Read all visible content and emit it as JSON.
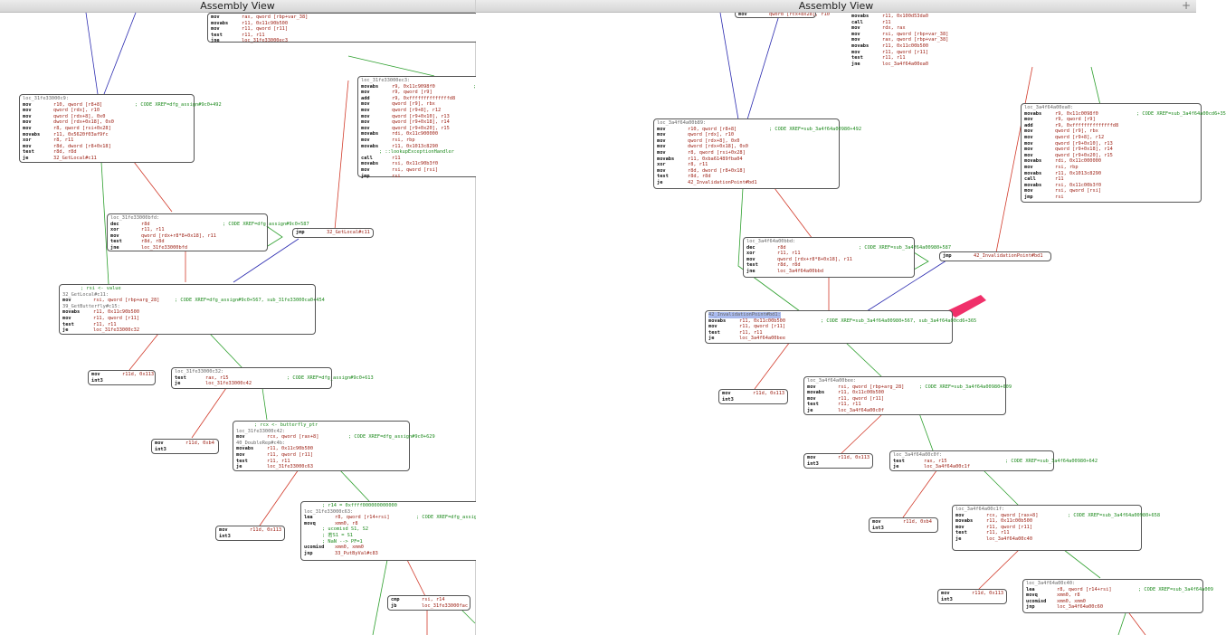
{
  "left": {
    "title": "Assembly View",
    "blocks": {
      "top": [
        {
          "m": "mov",
          "o": "rax, qword [rbp+var_38]"
        },
        {
          "m": "movabs",
          "o": "r11, 0x11c90b500"
        },
        {
          "m": "mov",
          "o": "r11, qword [r11]"
        },
        {
          "m": "test",
          "o": "r11, r11"
        },
        {
          "m": "jne",
          "o": "loc_31fe33000ec3"
        }
      ],
      "b1": [
        {
          "l": "loc_31fe33000c9:"
        },
        {
          "m": "mov",
          "o": "r10, qword [r8+8]",
          "c": "; CODE XREF=dfg_assign#9c0+492"
        },
        {
          "m": "mov",
          "o": "qword [rdx], r10"
        },
        {
          "m": "mov",
          "o": "qword [rdx+8], 0x0"
        },
        {
          "m": "mov",
          "o": "dword [rdx+0x18], 0x0"
        },
        {
          "m": "mov",
          "o": "r8, qword [rsi+0x28]"
        },
        {
          "m": "movabs",
          "o": "r11, 0x5620f03af9fc"
        },
        {
          "m": "xor",
          "o": "r8, r11"
        },
        {
          "m": "mov",
          "o": "r8d, dword [r8+0x18]"
        },
        {
          "m": "test",
          "o": "r8d, r8d"
        },
        {
          "m": "je",
          "o": "32_GetLocal#c11"
        }
      ],
      "b2": [
        {
          "l": "loc_31fe33000ec3:"
        },
        {
          "m": "movabs",
          "o": "r9, 0x11c9098f0",
          "c": "; CODE XREF="
        },
        {
          "m": "mov",
          "o": "r9, qword [r9]"
        },
        {
          "m": "add",
          "o": "r9, 0xffffffffffffffd8"
        },
        {
          "m": "mov",
          "o": "qword [r9], rbx"
        },
        {
          "m": "mov",
          "o": "qword [r9+8], r12"
        },
        {
          "m": "mov",
          "o": "qword [r9+0x10], r13"
        },
        {
          "m": "mov",
          "o": "qword [r9+0x18], r14"
        },
        {
          "m": "mov",
          "o": "qword [r9+0x20], r15"
        },
        {
          "m": "movabs",
          "o": "rdi, 0x11c900000"
        },
        {
          "m": "mov",
          "o": "rsi, rbp"
        },
        {
          "m": "movabs",
          "o": "r11, 0x1013c8290"
        },
        {
          "c": "; ::lookupExceptionHandler"
        },
        {
          "m": "call",
          "o": "r11"
        },
        {
          "m": "movabs",
          "o": "rsi, 0x11c90b3f0"
        },
        {
          "m": "mov",
          "o": "rsi, qword [rsi]"
        },
        {
          "m": "jmp",
          "o": "rsi"
        }
      ],
      "b3": [
        {
          "l": "loc_31fe33000bfd:"
        },
        {
          "m": "dec",
          "o": "r8d",
          "c": "; CODE XREF=dfg_assign#9c0+587"
        },
        {
          "m": "xor",
          "o": "r11, r11"
        },
        {
          "m": "mov",
          "o": "qword [rdx+r8*8+0x18], r11"
        },
        {
          "m": "test",
          "o": "r8d, r8d"
        },
        {
          "m": "jne",
          "o": "loc_31fe33000bfd"
        }
      ],
      "b4": [
        {
          "m": "jmp",
          "o": "32_GetLocal#c11"
        }
      ],
      "b5": [
        {
          "c": "; rsi <- value"
        },
        {
          "l": "32_GetLocal#c11:"
        },
        {
          "m": "mov",
          "o": "rsi, qword [rbp+arg_28]",
          "c": "; CODE XREF=dfg_assign#9c0+567, sub_31fe33000ca0+454"
        },
        {
          "l": "39_GetButterfly#c15:"
        },
        {
          "m": "movabs",
          "o": "r11, 0x11c90b500"
        },
        {
          "m": "mov",
          "o": "r11, qword [r11]"
        },
        {
          "m": "test",
          "o": "r11, r11"
        },
        {
          "m": "je",
          "o": "loc_31fe33000c32"
        }
      ],
      "b6": [
        {
          "m": "mov",
          "o": "r11d, 0x113"
        },
        {
          "m": "int3",
          "o": ""
        }
      ],
      "b7": [
        {
          "l": "loc_31fe33000c32:"
        },
        {
          "m": "test",
          "o": "rax, r15",
          "c": "; CODE XREF=dfg_assign#9c0+613"
        },
        {
          "m": "je",
          "o": "loc_31fe33000c42"
        }
      ],
      "b8": [
        {
          "m": "mov",
          "o": "r11d, 0xb4"
        },
        {
          "m": "int3",
          "o": ""
        }
      ],
      "b9": [
        {
          "c": "; rcx <- butterfly_ptr"
        },
        {
          "l": "loc_31fe33000c42:"
        },
        {
          "m": "mov",
          "o": "rcx, qword [rax+8]",
          "c": "; CODE XREF=dfg_assign#9c0+629"
        },
        {
          "l": "40_DoubleRep#c4b:"
        },
        {
          "m": "movabs",
          "o": "r11, 0x11c90b500"
        },
        {
          "m": "mov",
          "o": "r11, qword [r11]"
        },
        {
          "m": "test",
          "o": "r11, r11"
        },
        {
          "m": "je",
          "o": "loc_31fe33000c63"
        }
      ],
      "b10": [
        {
          "m": "mov",
          "o": "r11d, 0x113"
        },
        {
          "m": "int3",
          "o": ""
        }
      ],
      "b11": [
        {
          "c": "; r14 = 0xffff000000000000"
        },
        {
          "l": "loc_31fe33000c63:"
        },
        {
          "m": "lea",
          "o": "r8, qword [r14+rsi]",
          "c": "; CODE XREF=dfg_assign#9c0+6"
        },
        {
          "m": "movq",
          "o": "xmm0, r8"
        },
        {
          "c": "; ucomisd S1, S2"
        },
        {
          "c": "; 若S1 = S1"
        },
        {
          "c": "; NaN --> PF=1"
        },
        {
          "m": "ucomisd",
          "o": "xmm0, xmm0"
        },
        {
          "m": "jnp",
          "o": "33_PutByVal#c83"
        }
      ],
      "b12": [
        {
          "m": "cmp",
          "o": "rsi, r14"
        },
        {
          "m": "jb",
          "o": "loc_31fe33000fac"
        }
      ]
    }
  },
  "right": {
    "title": "Assembly View",
    "plus": "+",
    "blocks": {
      "top1": [
        {
          "m": "mov",
          "o": "qword [rcx+8x28], r10"
        }
      ],
      "top2": [
        {
          "m": "movabs",
          "o": "r11, 0x100d53da0"
        },
        {
          "m": "call",
          "o": "r11"
        },
        {
          "m": "mov",
          "o": "rdx, rax"
        },
        {
          "m": "mov",
          "o": "rsi, qword [rbp+var_38]"
        },
        {
          "m": "mov",
          "o": "rax, qword [rbp+var_38]"
        },
        {
          "m": "movabs",
          "o": "r11, 0x11c00b500"
        },
        {
          "m": "mov",
          "o": "r11, qword [r11]"
        },
        {
          "m": "test",
          "o": "r11, r11"
        },
        {
          "m": "jne",
          "o": "loc_3a4f64a00ea0"
        }
      ],
      "r1": [
        {
          "l": "loc_3a4f64a00b89:"
        },
        {
          "m": "mov",
          "o": "r10, qword [r8+8]",
          "c": "; CODE XREF=sub_3a4f64a00980+492"
        },
        {
          "m": "mov",
          "o": "qword [rdx], r10"
        },
        {
          "m": "mov",
          "o": "qword [rdx+8], 0x0"
        },
        {
          "m": "mov",
          "o": "dword [rdx+0x18], 0x0"
        },
        {
          "m": "mov",
          "o": "r8, qword [rsi+0x28]"
        },
        {
          "m": "movabs",
          "o": "r11, 0xba61489fba04"
        },
        {
          "m": "xor",
          "o": "r8, r11"
        },
        {
          "m": "mov",
          "o": "r8d, dword [r8+0x18]"
        },
        {
          "m": "test",
          "o": "r8d, r8d"
        },
        {
          "m": "je",
          "o": "42_InvalidationPoint#bd1"
        }
      ],
      "r2": [
        {
          "l": "loc_3a4f64a00ea0:"
        },
        {
          "m": "movabs",
          "o": "r9, 0x11c0098f0",
          "c": "; CODE XREF=sub_3a4f64a00cd6+35"
        },
        {
          "m": "mov",
          "o": "r9, qword [r9]"
        },
        {
          "m": "add",
          "o": "r9, 0xffffffffffffffd8"
        },
        {
          "m": "mov",
          "o": "qword [r9], rbx"
        },
        {
          "m": "mov",
          "o": "qword [r9+8], r12"
        },
        {
          "m": "mov",
          "o": "qword [r9+0x10], r13"
        },
        {
          "m": "mov",
          "o": "qword [r9+0x18], r14"
        },
        {
          "m": "mov",
          "o": "qword [r9+0x20], r15"
        },
        {
          "m": "movabs",
          "o": "rdi, 0x11c000000"
        },
        {
          "m": "mov",
          "o": "rsi, rbp"
        },
        {
          "m": "movabs",
          "o": "r11, 0x1013c8290"
        },
        {
          "m": "call",
          "o": "r11"
        },
        {
          "m": "movabs",
          "o": "rsi, 0x11c00b3f0"
        },
        {
          "m": "mov",
          "o": "rsi, qword [rsi]"
        },
        {
          "m": "jmp",
          "o": "rsi"
        }
      ],
      "r3": [
        {
          "l": "loc_3a4f64a00bbd:"
        },
        {
          "m": "dec",
          "o": "r8d",
          "c": "; CODE XREF=sub_3a4f64a00980+587"
        },
        {
          "m": "xor",
          "o": "r11, r11"
        },
        {
          "m": "mov",
          "o": "qword [rdx+r8*8+0x18], r11"
        },
        {
          "m": "test",
          "o": "r8d, r8d"
        },
        {
          "m": "jne",
          "o": "loc_3a4f64a00bbd"
        }
      ],
      "r4": [
        {
          "m": "jmp",
          "o": "42_InvalidationPoint#bd1"
        }
      ],
      "r5": [
        {
          "l": "42_InvalidationPoint#bd1:",
          "hl": true
        },
        {
          "m": "movabs",
          "o": "r11, 0x11c00b500",
          "c": "; CODE XREF=sub_3a4f64a00980+567, sub_3a4f64a00cd6+365"
        },
        {
          "m": "mov",
          "o": "r11, qword [r11]"
        },
        {
          "m": "test",
          "o": "r11, r11"
        },
        {
          "m": "je",
          "o": "loc_3a4f64a00bee"
        }
      ],
      "r6": [
        {
          "m": "mov",
          "o": "r11d, 0x113"
        },
        {
          "m": "int3",
          "o": ""
        }
      ],
      "r7": [
        {
          "l": "loc_3a4f64a00bee:"
        },
        {
          "m": "mov",
          "o": "rsi, qword [rbp+arg_28]",
          "c": "; CODE XREF=sub_3a4f64a00980+609"
        },
        {
          "m": "movabs",
          "o": "r11, 0x11c00b500"
        },
        {
          "m": "mov",
          "o": "r11, qword [r11]"
        },
        {
          "m": "test",
          "o": "r11, r11"
        },
        {
          "m": "je",
          "o": "loc_3a4f64a00c0f"
        }
      ],
      "r8": [
        {
          "m": "mov",
          "o": "r11d, 0x113"
        },
        {
          "m": "int3",
          "o": ""
        }
      ],
      "r9": [
        {
          "l": "loc_3a4f64a00c0f:"
        },
        {
          "m": "test",
          "o": "rax, r15",
          "c": "; CODE XREF=sub_3a4f64a00980+642"
        },
        {
          "m": "je",
          "o": "loc_3a4f64a00c1f"
        }
      ],
      "r10": [
        {
          "m": "mov",
          "o": "r11d, 0xb4"
        },
        {
          "m": "int3",
          "o": ""
        }
      ],
      "r11": [
        {
          "l": "loc_3a4f64a00c1f:"
        },
        {
          "m": "mov",
          "o": "rcx, qword [rax+8]",
          "c": "; CODE XREF=sub_3a4f64a00980+658"
        },
        {
          "m": "movabs",
          "o": "r11, 0x11c00b500"
        },
        {
          "m": "mov",
          "o": "r11, qword [r11]"
        },
        {
          "m": "test",
          "o": "r11, r11"
        },
        {
          "m": "je",
          "o": "loc_3a4f64a00c40"
        }
      ],
      "r12": [
        {
          "m": "mov",
          "o": "r11d, 0x113"
        },
        {
          "m": "int3",
          "o": ""
        }
      ],
      "r13": [
        {
          "l": "loc_3a4f64a00c40:"
        },
        {
          "m": "lea",
          "o": "r8, qword [r14+rsi]",
          "c": "; CODE XREF=sub_3a4f64a009"
        },
        {
          "m": "movq",
          "o": "xmm0, r8"
        },
        {
          "m": "ucomisd",
          "o": "xmm0, xmm0"
        },
        {
          "m": "jnp",
          "o": "loc_3a4f64a00c60"
        }
      ]
    }
  },
  "colors": {
    "true_edge": "#2ea02e",
    "false_edge": "#d23b2b",
    "jump_edge": "#2b2bb0",
    "annotation_arrow": "#f0306a",
    "highlight": "#aabbee"
  }
}
